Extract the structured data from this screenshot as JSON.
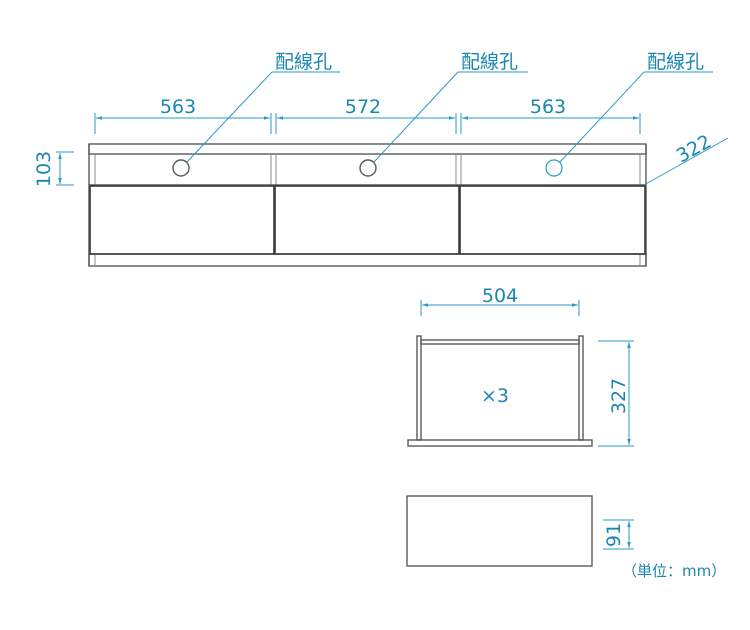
{
  "drawing": {
    "wire_hole_labels": [
      "配線孔",
      "配線孔",
      "配線孔"
    ],
    "width_dims": [
      "563",
      "572",
      "563"
    ],
    "depth_dim": "322",
    "upper_height_dim": "103",
    "drawer": {
      "width_dim": "504",
      "depth_dim": "327",
      "count_label": "×3",
      "front_height_dim": "91"
    },
    "unit_note": "（単位：mm）"
  },
  "colors": {
    "dimension": "#2a9ac5",
    "dimension_text": "#1b86b0",
    "outline": "#5a5a5a"
  }
}
